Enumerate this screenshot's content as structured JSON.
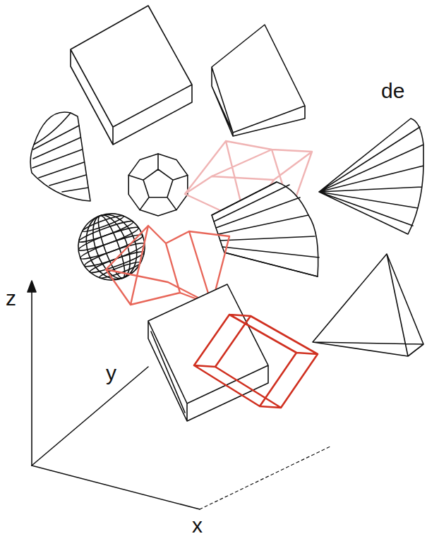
{
  "diagram": {
    "labels": [
      "de",
      "z",
      "y",
      "x"
    ]
  }
}
